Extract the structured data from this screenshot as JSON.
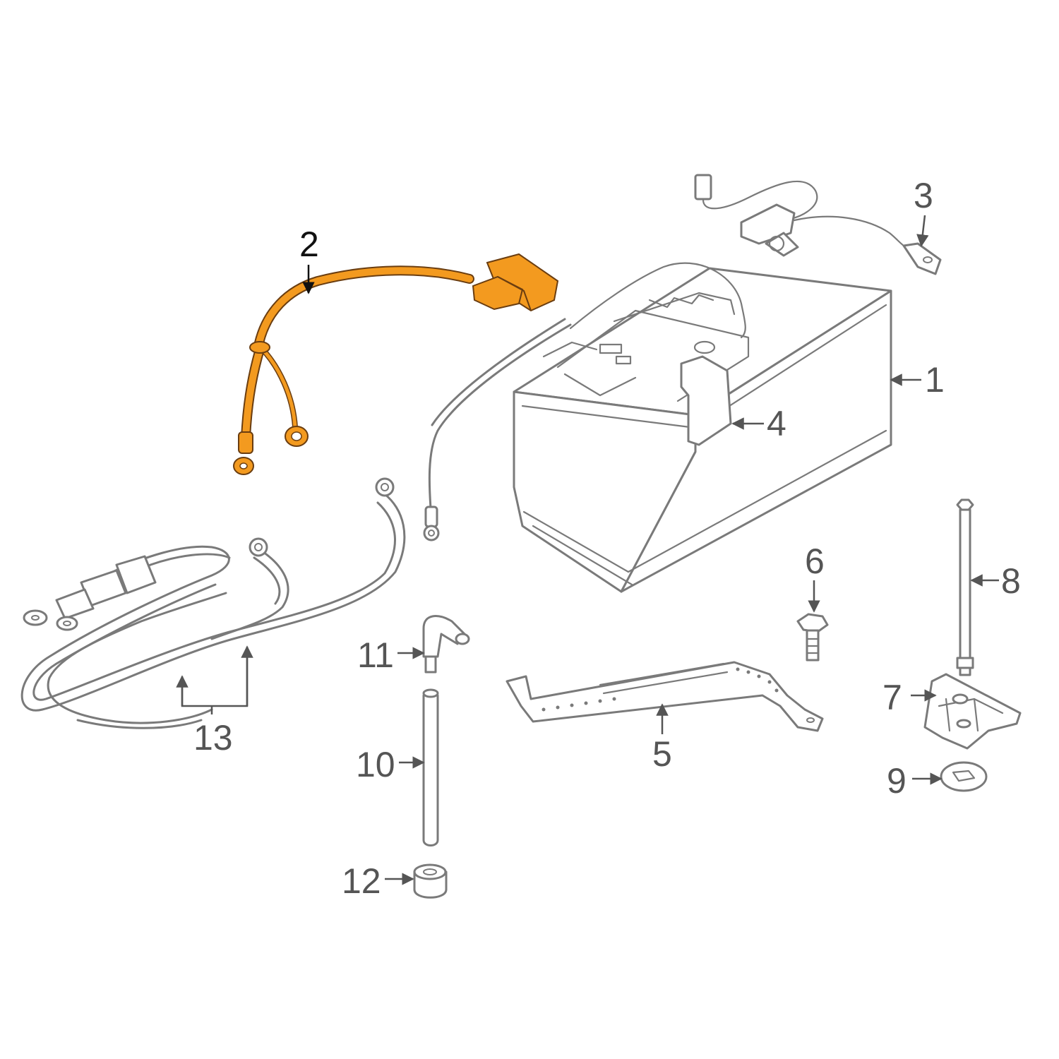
{
  "highlight_color": "#f39a1f",
  "line_color": "#7a7a7a",
  "callouts": [
    {
      "id": "1",
      "text": "1"
    },
    {
      "id": "2",
      "text": "2"
    },
    {
      "id": "3",
      "text": "3"
    },
    {
      "id": "4",
      "text": "4"
    },
    {
      "id": "5",
      "text": "5"
    },
    {
      "id": "6",
      "text": "6"
    },
    {
      "id": "7",
      "text": "7"
    },
    {
      "id": "8",
      "text": "8"
    },
    {
      "id": "9",
      "text": "9"
    },
    {
      "id": "10",
      "text": "10"
    },
    {
      "id": "11",
      "text": "11"
    },
    {
      "id": "12",
      "text": "12"
    },
    {
      "id": "13",
      "text": "13"
    }
  ]
}
